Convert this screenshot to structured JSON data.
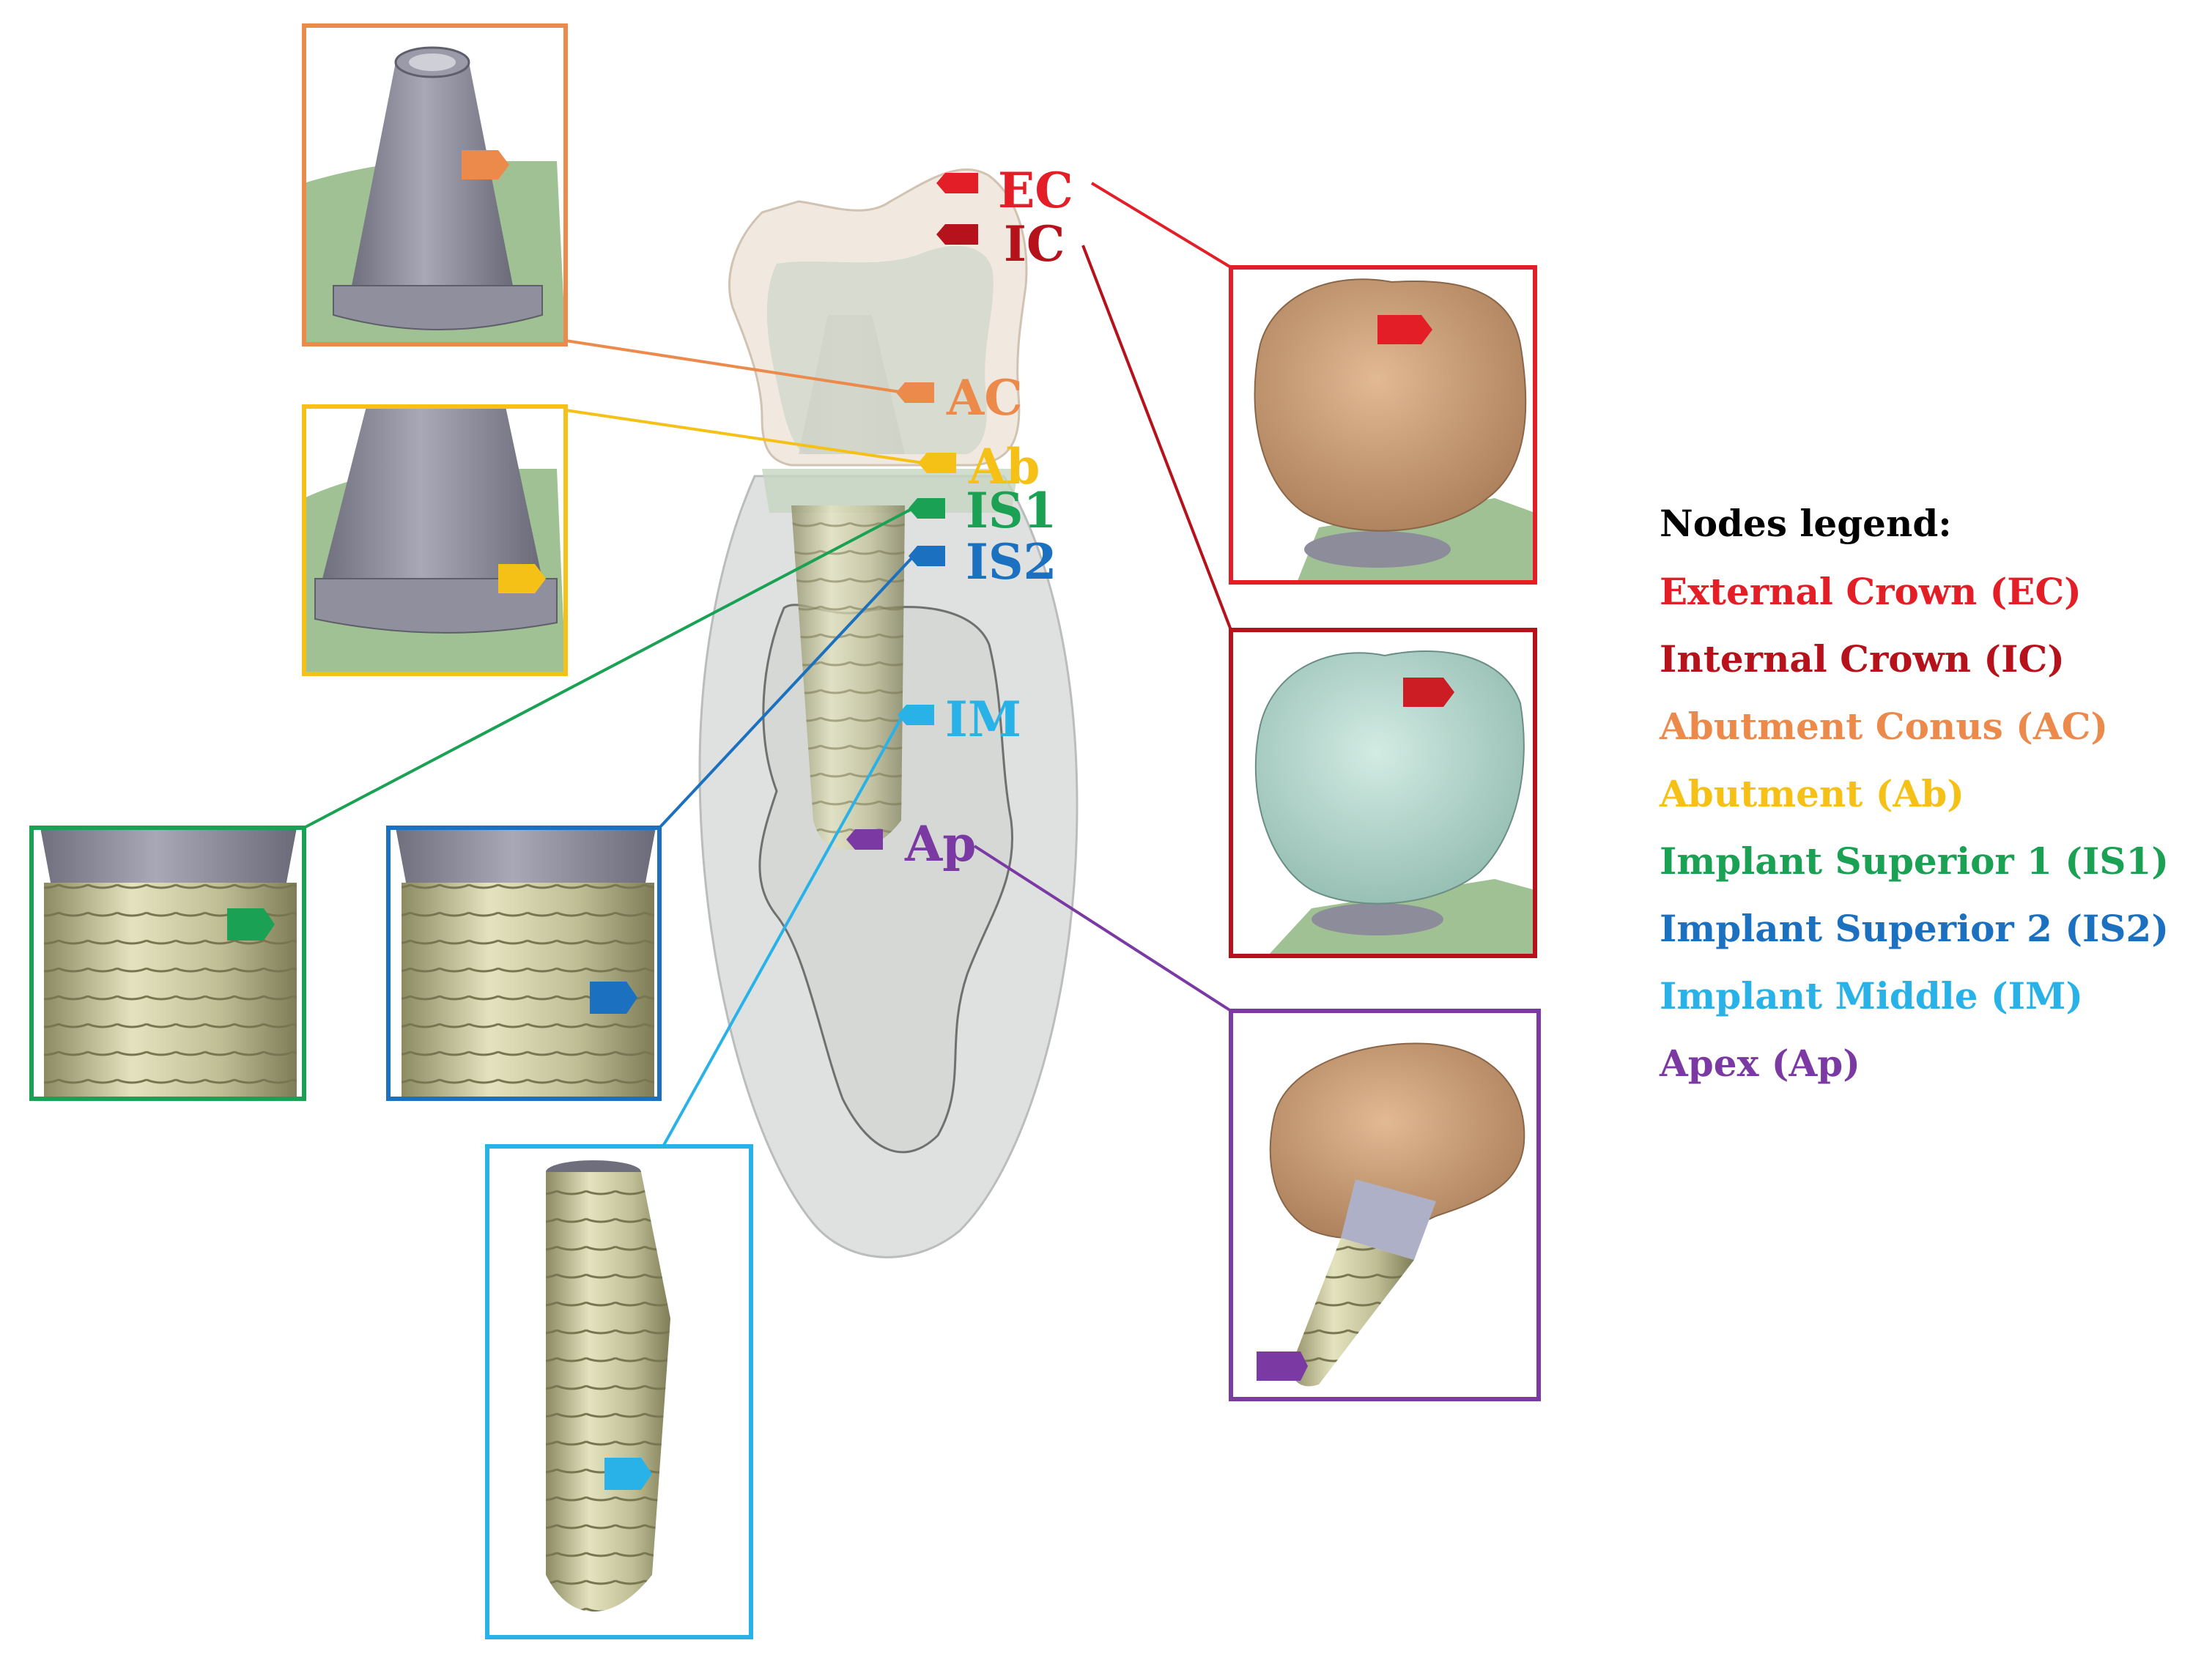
{
  "colors": {
    "ec": "#e41e26",
    "ic": "#b5121b",
    "ac": "#ec8a4c",
    "ab": "#f5c116",
    "is1": "#1aa154",
    "is2": "#1b70bf",
    "im": "#29b2e8",
    "ap": "#7b3aa3",
    "bone": "#dcdedd",
    "implant": "#c9c8a1",
    "metal": "#8c8c9a",
    "gum": "#9fc193",
    "crown": "#c79a73",
    "crownInternal": "#a9cdc2"
  },
  "nodes": {
    "ec": "EC",
    "ic": "IC",
    "ac": "AC",
    "ab": "Ab",
    "is1": "IS1",
    "is2": "IS2",
    "im": "IM",
    "ap": "Ap"
  },
  "legend": {
    "title": "Nodes legend:",
    "items": [
      "External Crown (EC)",
      "Internal Crown (IC)",
      "Abutment Conus (AC)",
      "Abutment (Ab)",
      "Implant Superior 1 (IS1)",
      "Implant Superior 2 (IS2)",
      "Implant Middle (IM)",
      "Apex (Ap)"
    ]
  }
}
